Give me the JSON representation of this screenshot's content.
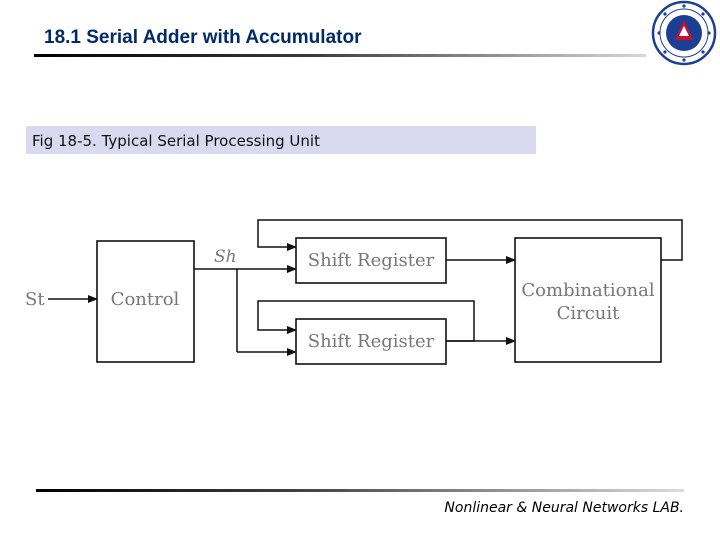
{
  "header": {
    "title": "18.1 Serial Adder with Accumulator"
  },
  "figure": {
    "caption": "Fig 18-5. Typical Serial Processing Unit",
    "input_label": "St",
    "signal_label": "Sh",
    "blocks": {
      "control": "Control",
      "shift_register_top": "Shift Register",
      "shift_register_bottom": "Shift Register",
      "combinational_line1": "Combinational",
      "combinational_line2": "Circuit"
    }
  },
  "footer": {
    "lab_name": "Nonlinear & Neural Networks LAB."
  },
  "logo": {
    "icon": "university-seal-icon",
    "colors": {
      "blue": "#1c3f94",
      "red": "#c8102e"
    }
  }
}
